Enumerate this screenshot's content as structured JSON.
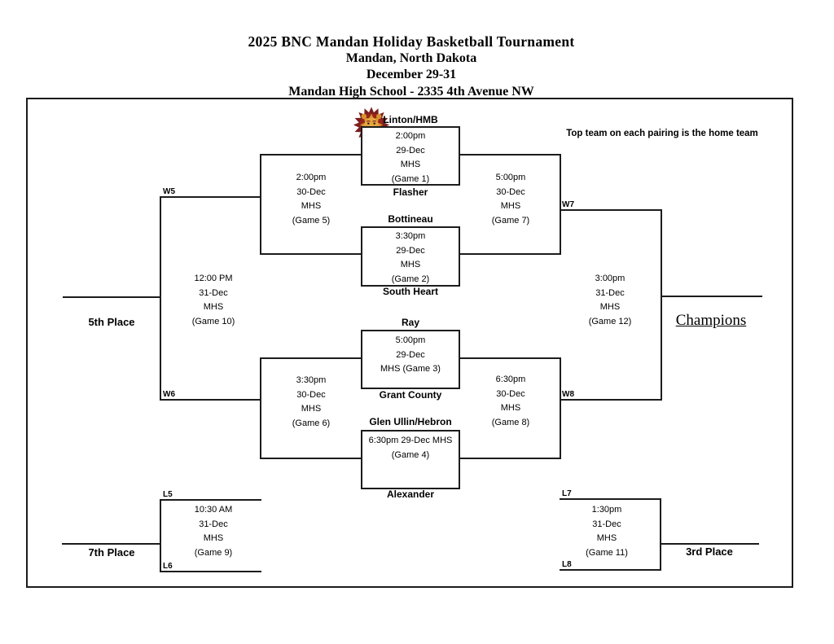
{
  "header": {
    "title": "2025 BNC Mandan Holiday Basketball Tournament",
    "location": "Mandan, North Dakota",
    "dates": "December 29-31",
    "venue": "Mandan High School - 2335 4th Avenue NW"
  },
  "note": "Top team on each pairing is the home team",
  "logo": {
    "icon": "lion-mascot-icon",
    "mane_color": "#7b1e1e",
    "face_color": "#e5a73e"
  },
  "games": {
    "game1": {
      "top_team": "Linton/HMB",
      "bottom_team": "Flasher",
      "l1": "2:00pm",
      "l2": "29-Dec",
      "l3": "MHS",
      "l4": "(Game 1)"
    },
    "game2": {
      "top_team": "Bottineau",
      "bottom_team": "South Heart",
      "l1": "3:30pm",
      "l2": "29-Dec",
      "l3": "MHS",
      "l4": "(Game 2)"
    },
    "game3": {
      "top_team": "Ray",
      "bottom_team": "Grant County",
      "l1": "5:00pm",
      "l2": "29-Dec",
      "l4": "MHS (Game 3)"
    },
    "game4": {
      "top_team": "Glen Ullin/Hebron",
      "bottom_team": "Alexander",
      "l1": "6:30pm 29-Dec MHS",
      "l2": "(Game 4)"
    },
    "game5": {
      "l1": "2:00pm",
      "l2": "30-Dec",
      "l3": "MHS",
      "l4": "(Game 5)"
    },
    "game6": {
      "l1": "3:30pm",
      "l2": "30-Dec",
      "l3": "MHS",
      "l4": "(Game 6)"
    },
    "game7": {
      "l1": "5:00pm",
      "l2": "30-Dec",
      "l3": "MHS",
      "l4": "(Game 7)"
    },
    "game8": {
      "l1": "6:30pm",
      "l2": "30-Dec",
      "l3": "MHS",
      "l4": "(Game 8)"
    },
    "game9": {
      "l1": "10:30 AM",
      "l2": "31-Dec",
      "l3": "MHS",
      "l4": "(Game 9)"
    },
    "game10": {
      "l1": "12:00 PM",
      "l2": "31-Dec",
      "l3": "MHS",
      "l4": "(Game 10)"
    },
    "game11": {
      "l1": "1:30pm",
      "l2": "31-Dec",
      "l3": "MHS",
      "l4": "(Game 11)"
    },
    "game12": {
      "l1": "3:00pm",
      "l2": "31-Dec",
      "l3": "MHS",
      "l4": "(Game 12)"
    }
  },
  "advancement": {
    "w5": "W5",
    "w6": "W6",
    "w7": "W7",
    "w8": "W8",
    "l5": "L5",
    "l6": "L6",
    "l7": "L7",
    "l8": "L8"
  },
  "placements": {
    "fifth": "5th Place",
    "seventh": "7th Place",
    "third": "3rd Place",
    "champion": "Champions"
  }
}
